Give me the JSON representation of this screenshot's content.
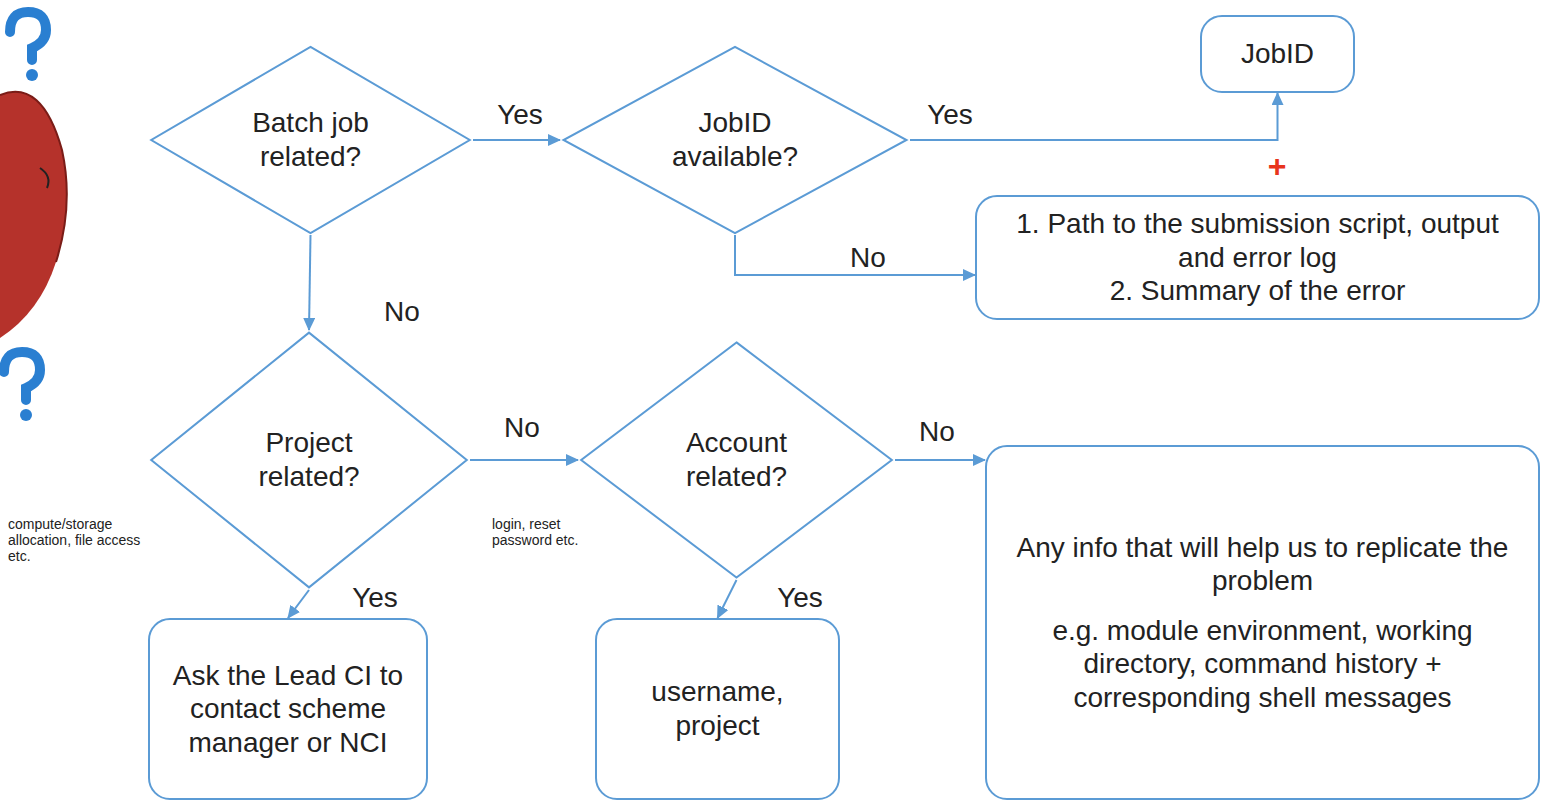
{
  "diagram": {
    "nodes": [
      {
        "text": [
          "Batch job related?"
        ]
      },
      {
        "text": [
          "JobID available?"
        ]
      },
      {
        "text": [
          "JobID"
        ]
      },
      {
        "text": [
          "1. Path to the submission script, output and error log",
          "2. Summary of the error"
        ]
      },
      {
        "text": [
          "Project related?"
        ]
      },
      {
        "text": [
          "Account related?"
        ]
      },
      {
        "text": [
          "Ask the Lead CI to contact scheme manager or NCI"
        ]
      },
      {
        "text": [
          "username, project"
        ]
      },
      {
        "text": [
          "Any info that will help us to replicate the problem",
          "e.g. module environment, working directory, command history + corresponding shell messages"
        ]
      }
    ],
    "edges": [
      {
        "from": 0,
        "to": 1,
        "arrow": "to",
        "label": "Yes"
      },
      {
        "from": 1,
        "to": 2,
        "arrow": "to",
        "label": "Yes"
      },
      {
        "from": 1,
        "to": 3,
        "arrow": "to",
        "label": "No"
      },
      {
        "from": 0,
        "to": 4,
        "arrow": "to",
        "label": "No"
      },
      {
        "from": 4,
        "to": 5,
        "arrow": "to",
        "label": "No"
      },
      {
        "from": 5,
        "to": 8,
        "arrow": "to",
        "label": "No"
      },
      {
        "from": 4,
        "to": 6,
        "arrow": "to",
        "label": "Yes"
      },
      {
        "from": 5,
        "to": 7,
        "arrow": "to",
        "label": "Yes"
      }
    ],
    "labels": [
      "compute/storage allocation, file access etc.",
      "login, reset password etc.",
      "+"
    ]
  }
}
